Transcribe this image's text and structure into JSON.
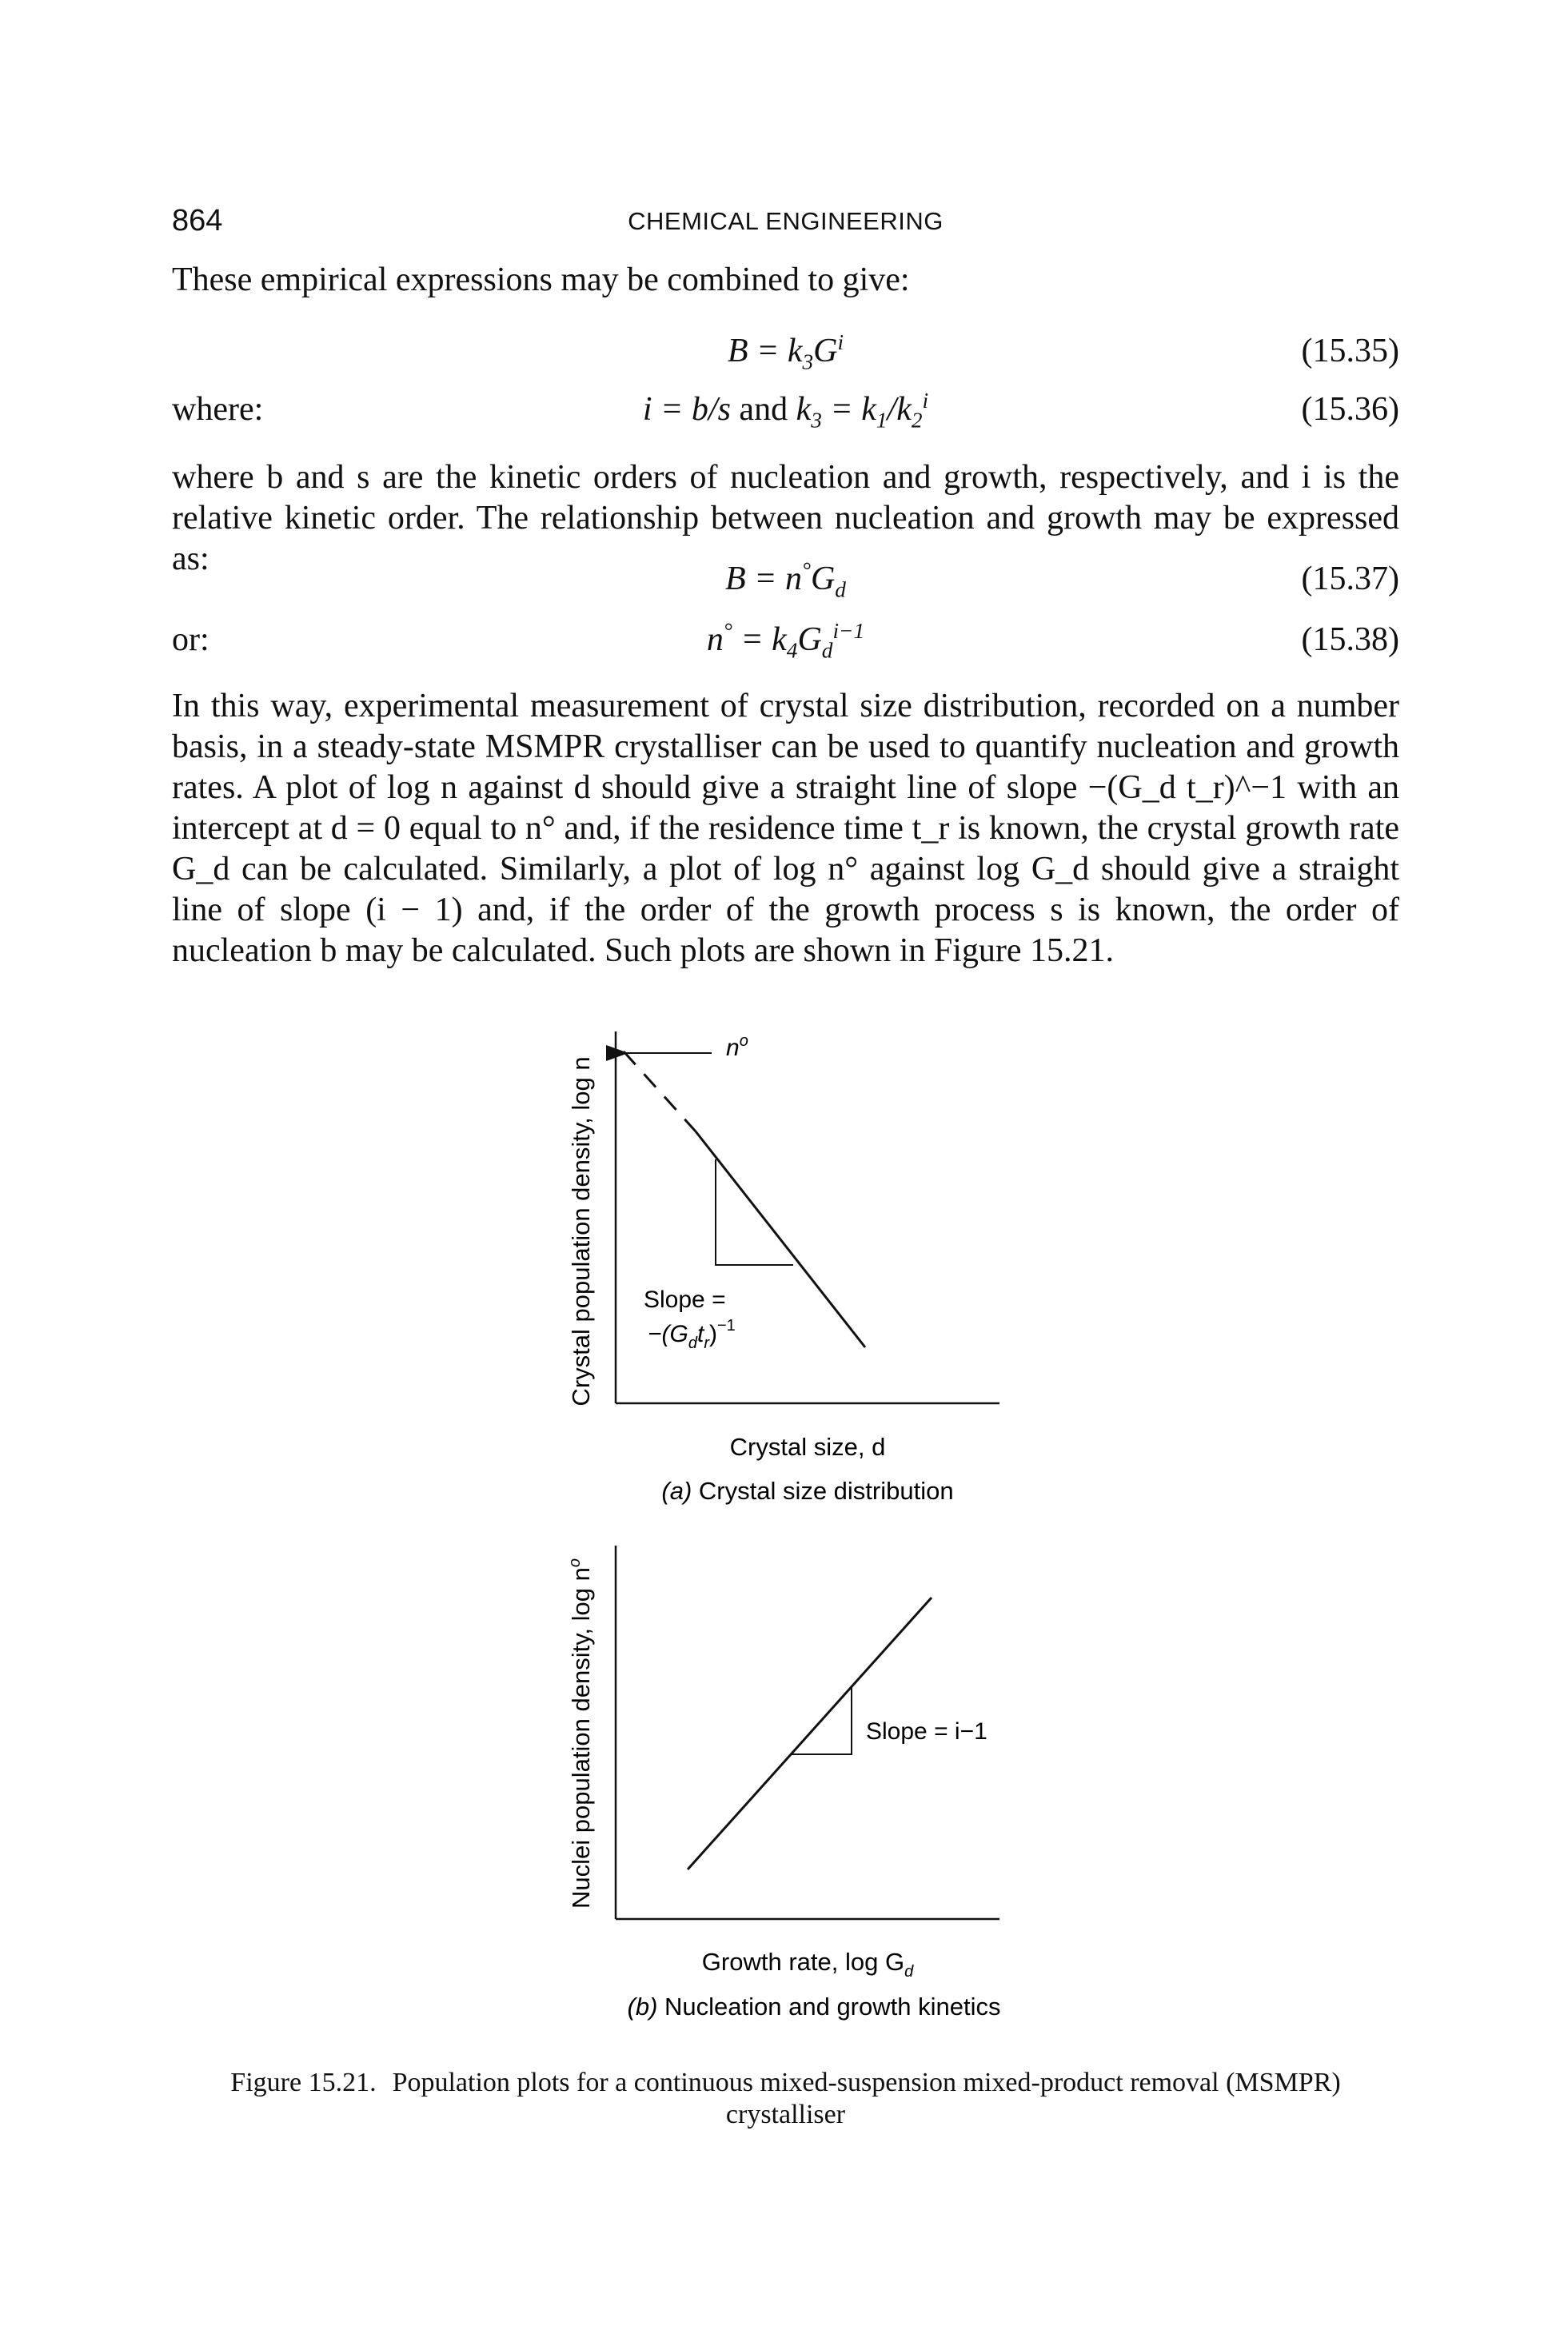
{
  "header": {
    "page_number": "864",
    "running_head": "CHEMICAL ENGINEERING"
  },
  "intro": "These empirical expressions may be combined to give:",
  "eq_15_35": {
    "lhs": "B = k",
    "sub3": "3",
    "G": "G",
    "sup": "i",
    "number": "(15.35)"
  },
  "eq_15_36": {
    "lead": "where:",
    "a": "i = b/s",
    "and": " and ",
    "k3": "k",
    "k3sub": "3",
    "eq": " = k",
    "k1sub": "1",
    "slash": "/k",
    "k2sub": "2",
    "k2sup": "i",
    "number": "(15.36)"
  },
  "para_orders": "where b and s are the kinetic orders of nucleation and growth, respectively, and i is the relative kinetic order. The relationship between nucleation and growth may be expressed as:",
  "eq_15_37": {
    "lhs": "B = n",
    "deg": "°",
    "G": "G",
    "sub": "d",
    "number": "(15.37)"
  },
  "eq_15_38": {
    "lead": "or:",
    "n": "n",
    "deg": "°",
    "mid": " = k",
    "k4sub": "4",
    "G": "G",
    "Gsub": "d",
    "sup": "i−1",
    "number": "(15.38)"
  },
  "para_main": "In this way, experimental measurement of crystal size distribution, recorded on a number basis, in a steady-state MSMPR crystalliser can be used to quantify nucleation and growth rates. A plot of log n against d should give a straight line of slope −(G_d t_r)^−1 with an intercept at d = 0 equal to n° and, if the residence time t_r is known, the crystal growth rate G_d can be calculated. Similarly, a plot of log n° against log G_d should give a straight line of slope (i − 1) and, if the order of the growth process s is known, the order of nucleation b may be calculated. Such plots are shown in Figure 15.21.",
  "figure_a": {
    "ylabel": "Crystal population density, log n",
    "xlabel": "Crystal size, d",
    "intercept_label": "n",
    "intercept_sup": "o",
    "slope_line1": "Slope =",
    "slope_line2": "−(G",
    "slope_sub_d": "d",
    "slope_t": "t",
    "slope_sub_r": "r",
    "slope_close": ")",
    "slope_sup": "−1",
    "subcaption_tag": "(a)",
    "subcaption_text": " Crystal size distribution"
  },
  "figure_b": {
    "ylabel": "Nuclei population density, log n",
    "ylabel_sup": "o",
    "xlabel": "Growth rate, log G",
    "xlabel_sub": "d",
    "slope_label": "Slope = i−1",
    "subcaption_tag": "(b)",
    "subcaption_text": " Nucleation and growth kinetics"
  },
  "caption": {
    "label": "Figure 15.21.",
    "text": "Population plots for a continuous mixed-suspension mixed-product removal (MSMPR) crystalliser"
  }
}
